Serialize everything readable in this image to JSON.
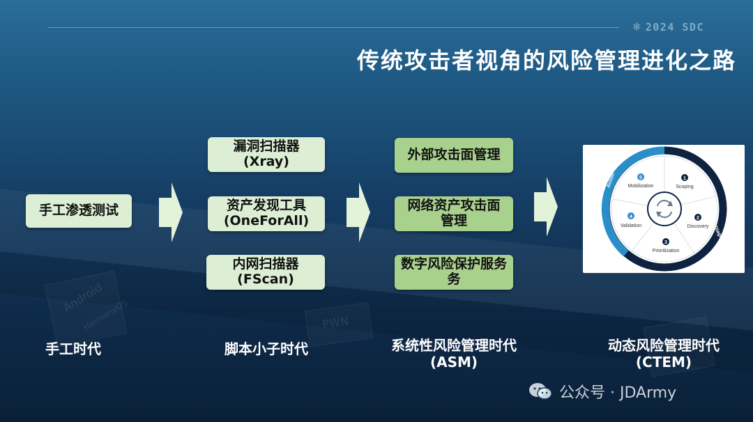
{
  "header": {
    "badge": "2024 SDC",
    "title": "传统攻击者视角的风险管理进化之路"
  },
  "columns": [
    {
      "era": "手工时代",
      "items": [
        "手工渗透测试"
      ]
    },
    {
      "era": "脚本小子时代",
      "items": [
        "漏洞扫描器\n(Xray)",
        "资产发现工具\n(OneForAll)",
        "内网扫描器\n(FScan)"
      ]
    },
    {
      "era": "系统性风险管理时代\n(ASM)",
      "items": [
        "外部攻击面管理",
        "网络资产攻击面\n管理",
        "数字风险保护服务\n务"
      ]
    },
    {
      "era": "动态风险管理时代\n(CTEM)",
      "items": []
    }
  ],
  "ctem_cycle": {
    "segments": [
      "Mobilization",
      "Scoping",
      "Discovery",
      "Prioritization",
      "Validation"
    ],
    "numbers": [
      "5",
      "1",
      "2",
      "3",
      "4"
    ],
    "ring_labels": [
      "Action",
      "Diagnose"
    ]
  },
  "background_cubes": [
    "Android",
    "HarmonyOS",
    "PWN"
  ],
  "watermark": "公众号 · JDArmy",
  "colors": {
    "box_light": "#dcefd4",
    "box_dark": "#a9d18e",
    "arrow": "#e3f3da",
    "ring_dark": "#0d2340",
    "ring_light": "#2a8fc8"
  }
}
